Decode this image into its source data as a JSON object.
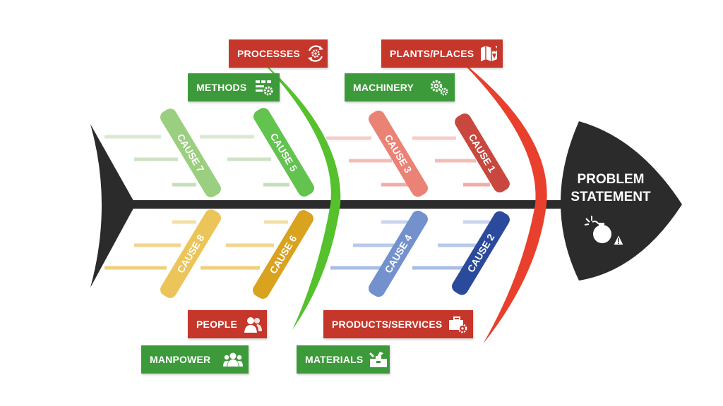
{
  "problem": {
    "line1": "PROBLEM",
    "line2": "STATEMENT"
  },
  "categories": {
    "processes": "PROCESSES",
    "plants_places": "PLANTS/PLACES",
    "methods": "METHODS",
    "machinery": "MACHINERY",
    "people": "PEOPLE",
    "products_services": "PRODUCTS/SERVICES",
    "manpower": "MANPOWER",
    "materials": "MATERIALS"
  },
  "causes": {
    "c1": "CAUSE 1",
    "c2": "CAUSE 2",
    "c3": "CAUSE 3",
    "c4": "CAUSE 4",
    "c5": "CAUSE 5",
    "c6": "CAUSE 6",
    "c7": "CAUSE 7",
    "c8": "CAUSE 8"
  },
  "icons": {
    "processes": "gear-cycle-icon",
    "plants_places": "map-pin-icon",
    "methods": "flowchart-gear-icon",
    "machinery": "gears-icon",
    "people": "people-icon",
    "products_services": "briefcase-gear-icon",
    "manpower": "group-icon",
    "materials": "toolbox-icon",
    "problem": "bomb-warning-icon"
  },
  "colors": {
    "spine": "#2b2b2b",
    "red": "#c5362b",
    "green": "#3c9a3a",
    "cause1": "#c9473e",
    "cause2": "#2b4a9c",
    "cause3": "#ea8275",
    "cause4": "#7391cc",
    "cause5": "#63c34f",
    "cause6": "#d9a21f",
    "cause7": "#9bcf80",
    "cause8": "#ecc55a"
  }
}
